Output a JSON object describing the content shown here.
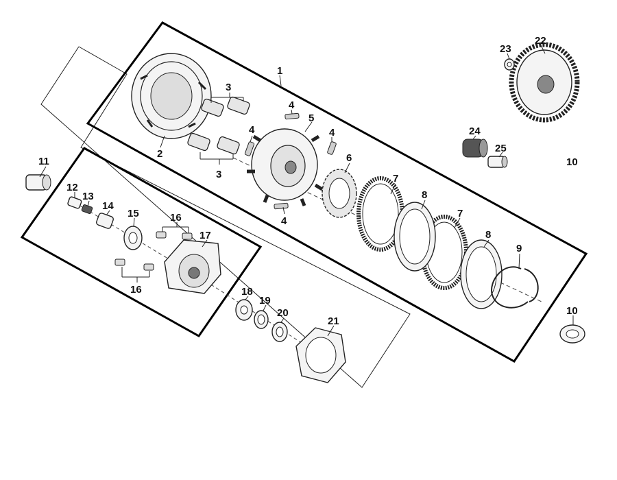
{
  "diagram": {
    "callouts": {
      "c1": "1",
      "c2": "2",
      "c3a": "3",
      "c3b": "3",
      "c4a": "4",
      "c4b": "4",
      "c4c": "4",
      "c4d": "4",
      "c5": "5",
      "c6": "6",
      "c7a": "7",
      "c7b": "7",
      "c8a": "8",
      "c8b": "8",
      "c9": "9",
      "c10a": "10",
      "c10b": "10",
      "c11": "11",
      "c12": "12",
      "c13": "13",
      "c14": "14",
      "c15": "15",
      "c16a": "16",
      "c16b": "16",
      "c17": "17",
      "c18": "18",
      "c19": "19",
      "c20": "20",
      "c21": "21",
      "c22": "22",
      "c23": "23",
      "c24": "24",
      "c25": "25"
    }
  }
}
